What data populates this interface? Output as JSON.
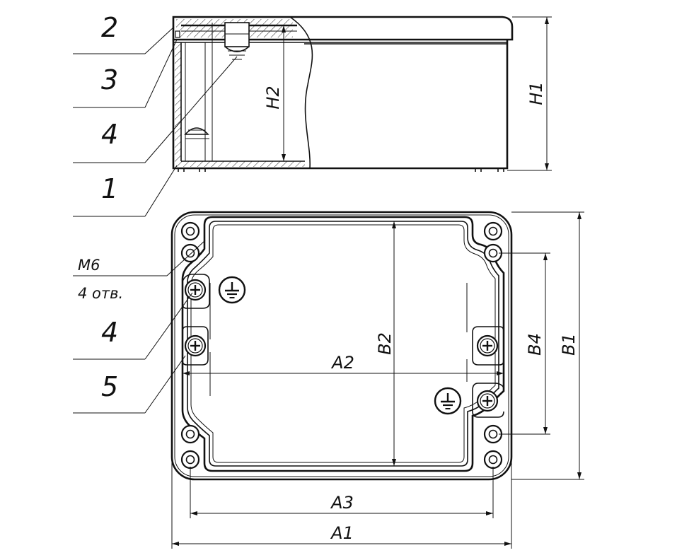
{
  "callouts": {
    "c2": "2",
    "c3": "3",
    "c4_top": "4",
    "c1": "1",
    "m6": "M6",
    "holes": "4 отв.",
    "c4_bottom": "4",
    "c5": "5"
  },
  "dimensions": {
    "h1": "H1",
    "h2": "H2",
    "a1": "A1",
    "a2": "A2",
    "a3": "A3",
    "b1": "B1",
    "b2": "B2",
    "b4": "B4"
  },
  "icons": {
    "ground": "ground-symbol-icon",
    "screw": "screw-head-icon",
    "hole": "mounting-hole-icon"
  }
}
